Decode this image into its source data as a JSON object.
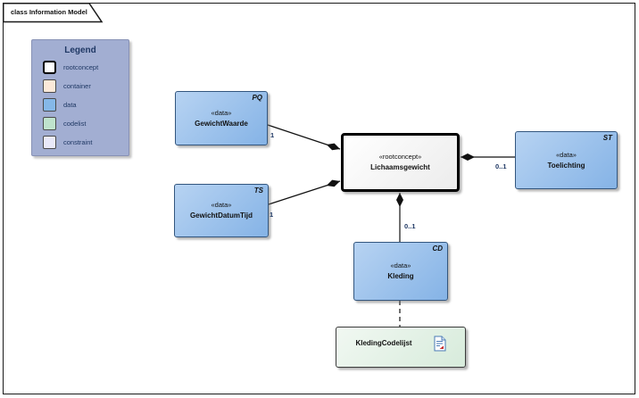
{
  "frame": {
    "title": "class Information Model"
  },
  "legend": {
    "title": "Legend",
    "items": [
      {
        "label": "rootconcept",
        "color": "#ffffff",
        "border": "#000000"
      },
      {
        "label": "container",
        "color": "#fbe9d9"
      },
      {
        "label": "data",
        "color": "#85b8e8"
      },
      {
        "label": "codelist",
        "color": "#bfe3cd"
      },
      {
        "label": "constraint",
        "color": "#e9e9f9"
      }
    ]
  },
  "nodes": [
    {
      "id": "gewichtwaarde",
      "stereotype": "«data»",
      "name": "GewichtWaarde",
      "type_marker": "PQ",
      "kind": "data"
    },
    {
      "id": "gewichtdatumtijd",
      "stereotype": "«data»",
      "name": "GewichtDatumTijd",
      "type_marker": "TS",
      "kind": "data"
    },
    {
      "id": "lichaamsgewicht",
      "stereotype": "«rootconcept»",
      "name": "Lichaamsgewicht",
      "type_marker": "",
      "kind": "rootconcept"
    },
    {
      "id": "toelichting",
      "stereotype": "«data»",
      "name": "Toelichting",
      "type_marker": "ST",
      "kind": "data"
    },
    {
      "id": "kleding",
      "stereotype": "«data»",
      "name": "Kleding",
      "type_marker": "CD",
      "kind": "data"
    },
    {
      "id": "kledingcodelijst",
      "stereotype": "",
      "name": "KledingCodelijst",
      "type_marker": "",
      "kind": "codelist"
    }
  ],
  "connectors": [
    {
      "from": "GewichtWaarde",
      "to": "Lichaamsgewicht",
      "kind": "composition",
      "multiplicity": "1"
    },
    {
      "from": "GewichtDatumTijd",
      "to": "Lichaamsgewicht",
      "kind": "composition",
      "multiplicity": "1"
    },
    {
      "from": "Toelichting",
      "to": "Lichaamsgewicht",
      "kind": "composition",
      "multiplicity": "0..1"
    },
    {
      "from": "Kleding",
      "to": "Lichaamsgewicht",
      "kind": "composition",
      "multiplicity": "0..1"
    },
    {
      "from": "Kleding",
      "to": "KledingCodelijst",
      "kind": "dependency",
      "multiplicity": ""
    }
  ],
  "icons": {
    "codelist_doc_icon": "linked-document-icon"
  },
  "colors": {
    "data_fill_top": "#b7d3f2",
    "data_fill_bottom": "#85b3e6",
    "data_border": "#33567e",
    "rootconcept_border": "#000000",
    "codelist_fill": "#d7ebdb",
    "legend_bg": "#a2aed2",
    "legend_text": "#1f3864",
    "line": "#111111"
  }
}
